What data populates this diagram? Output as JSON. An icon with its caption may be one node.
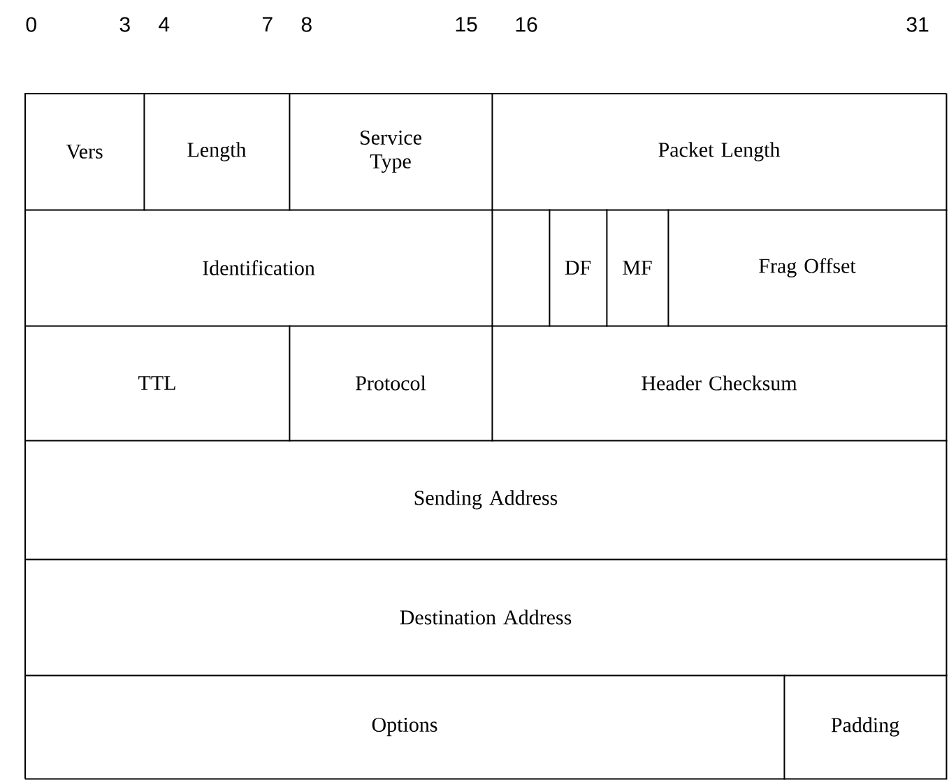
{
  "diagram": {
    "nodes": [
      {
        "text": [
          "Vers"
        ]
      },
      {
        "text": [
          "Length"
        ]
      },
      {
        "text": [
          "Service Type"
        ]
      },
      {
        "text": [
          "Packet Length"
        ]
      },
      {
        "text": [
          "Identification"
        ]
      },
      {
        "text": [],
        "shape": "box"
      },
      {
        "text": [
          "DF"
        ]
      },
      {
        "text": [
          "MF"
        ]
      },
      {
        "text": [
          "Frag Offset"
        ]
      },
      {
        "text": [
          "TTL"
        ]
      },
      {
        "text": [
          "Protocol"
        ]
      },
      {
        "text": [
          "Header Checksum"
        ]
      },
      {
        "text": [
          "Sending Address"
        ]
      },
      {
        "text": [
          "Destination Address"
        ]
      },
      {
        "text": [
          "Options"
        ]
      },
      {
        "text": [
          "Padding"
        ]
      }
    ],
    "labels": [
      "0",
      "3",
      "4",
      "7",
      "8",
      "15",
      "16",
      "31"
    ]
  }
}
